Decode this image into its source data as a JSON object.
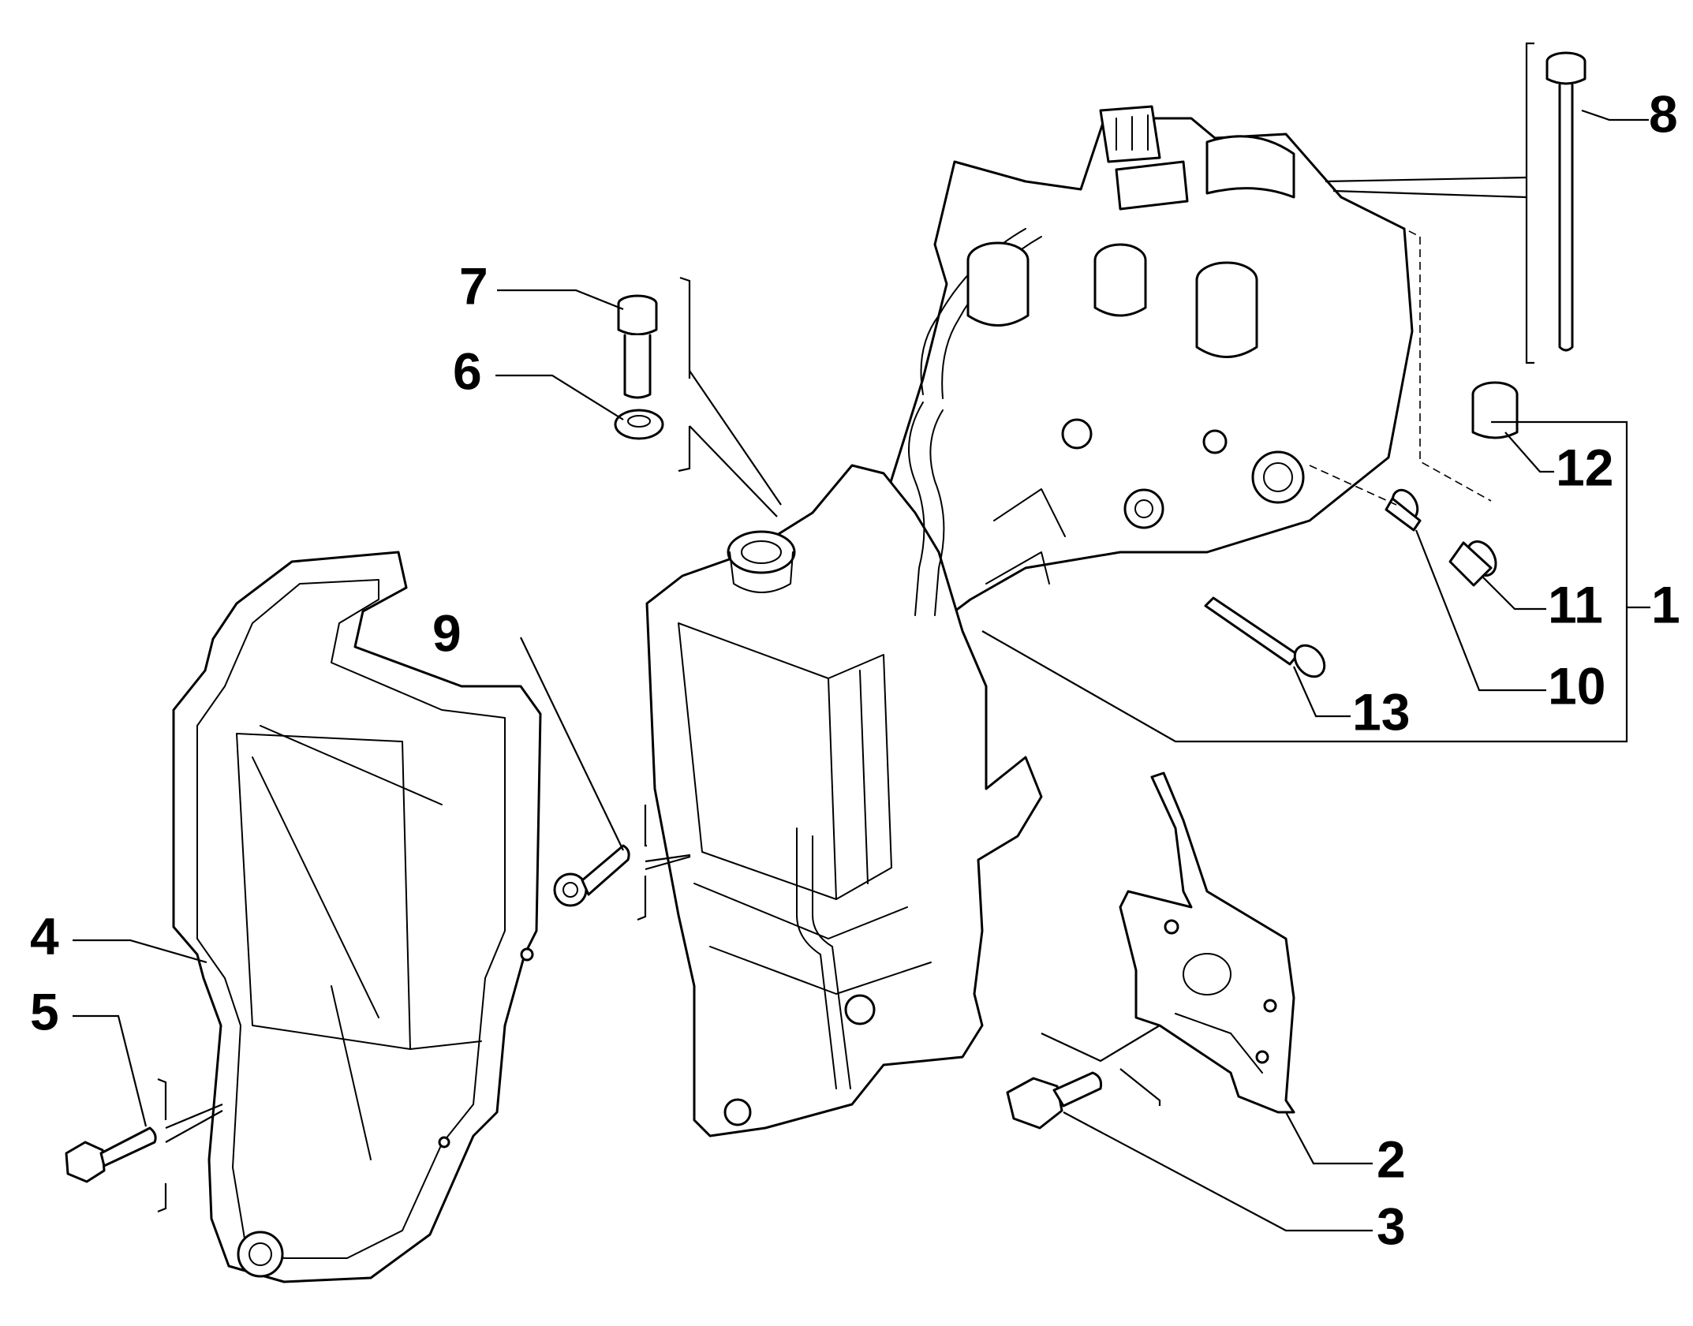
{
  "background": "#ffffff",
  "line_color": "#000000",
  "callouts": [
    {
      "id": "1",
      "label": "1"
    },
    {
      "id": "2",
      "label": "2"
    },
    {
      "id": "3",
      "label": "3"
    },
    {
      "id": "4",
      "label": "4"
    },
    {
      "id": "5",
      "label": "5"
    },
    {
      "id": "6",
      "label": "6"
    },
    {
      "id": "7",
      "label": "7"
    },
    {
      "id": "8",
      "label": "8"
    },
    {
      "id": "9",
      "label": "9"
    },
    {
      "id": "10",
      "label": "10"
    },
    {
      "id": "11",
      "label": "11"
    },
    {
      "id": "12",
      "label": "12"
    },
    {
      "id": "13",
      "label": "13"
    }
  ]
}
